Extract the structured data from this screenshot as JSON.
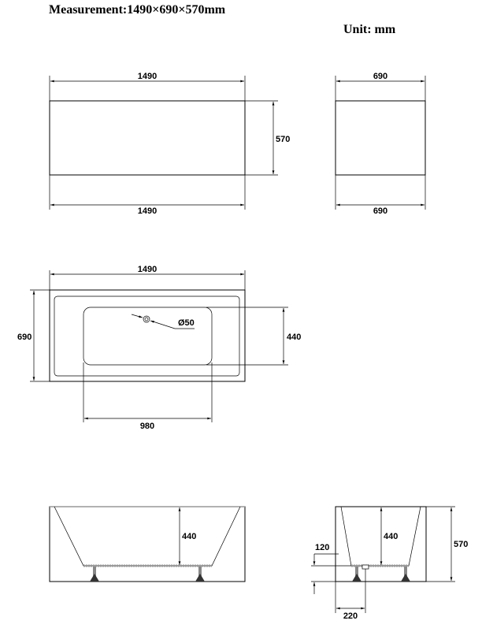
{
  "header": {
    "measurement": "Measurement:1490×690×570mm",
    "unit": "Unit: mm"
  },
  "front_view": {
    "length_top": "1490",
    "length_bottom": "1490",
    "height": "570"
  },
  "side_view": {
    "width_top": "690",
    "width_bottom": "690"
  },
  "top_view": {
    "length": "1490",
    "width": "690",
    "basin_width": "440",
    "basin_length": "980",
    "drain": "Ø50"
  },
  "section_long": {
    "depth": "440"
  },
  "section_short": {
    "depth": "440",
    "height": "570",
    "drain_height": "120",
    "drain_offset": "220"
  }
}
